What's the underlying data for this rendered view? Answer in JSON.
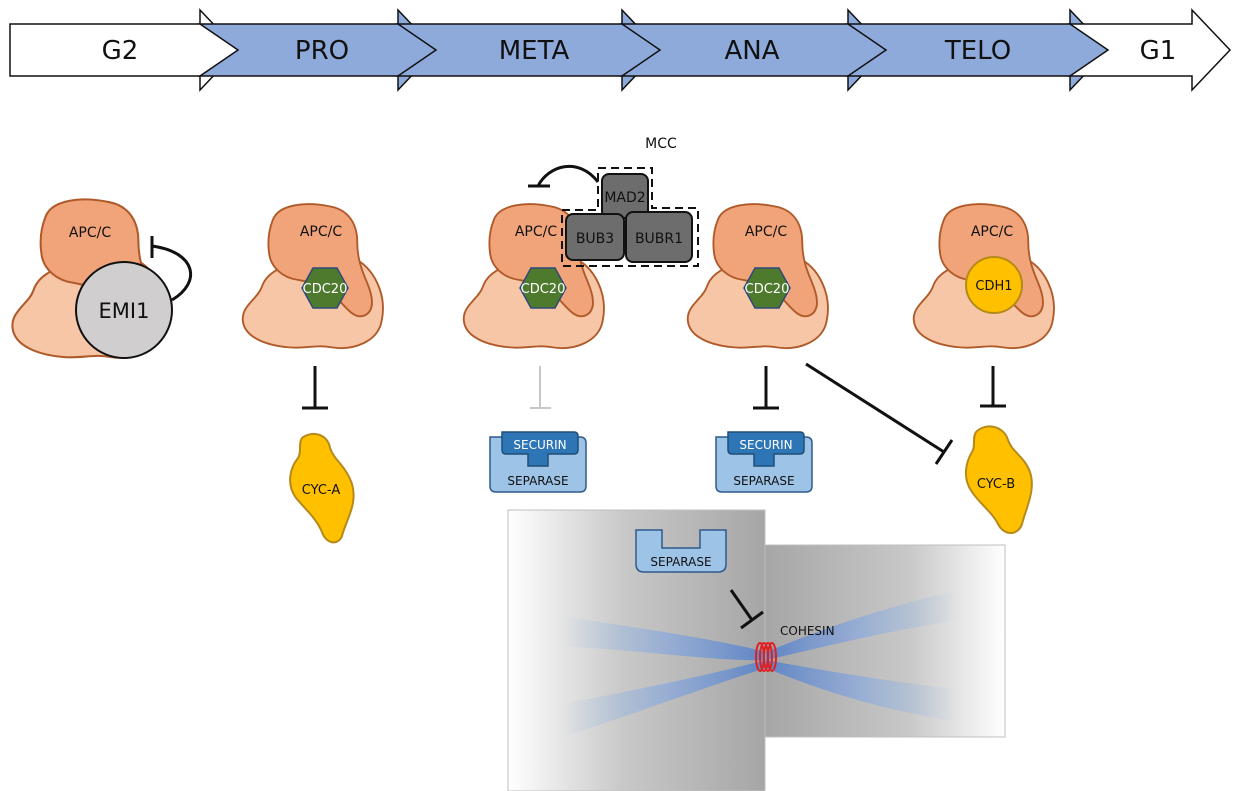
{
  "phases": [
    "G2",
    "PRO",
    "META",
    "ANA",
    "TELO",
    "G1"
  ],
  "colors": {
    "phase_outline": "#ffffff",
    "phase_mitotic": "#8eaadb",
    "apc_body": "#f7c6a6",
    "apc_top": "#f1a47a",
    "apc_stroke": "#b05a2a",
    "cdc20": "#4e7a2e",
    "cdh1": "#ffc000",
    "cyclin": "#ffc000",
    "mcc": "#6d6d6d",
    "emi1": "#d0cece",
    "securin": "#2e75b6",
    "separase": "#9dc3e6",
    "cohesin": "#e02020"
  },
  "labels": {
    "apc": "APC/C",
    "emi1": "EMI1",
    "cdc20": "CDC20",
    "cdh1": "CDH1",
    "mcc": "MCC",
    "mad2": "MAD2",
    "bub3": "BUB3",
    "bubr1": "BUBR1",
    "cyc_a": "CYC-A",
    "cyc_b": "CYC-B",
    "securin": "SECURIN",
    "separase": "SEPARASE",
    "cohesin": "COHESIN"
  }
}
